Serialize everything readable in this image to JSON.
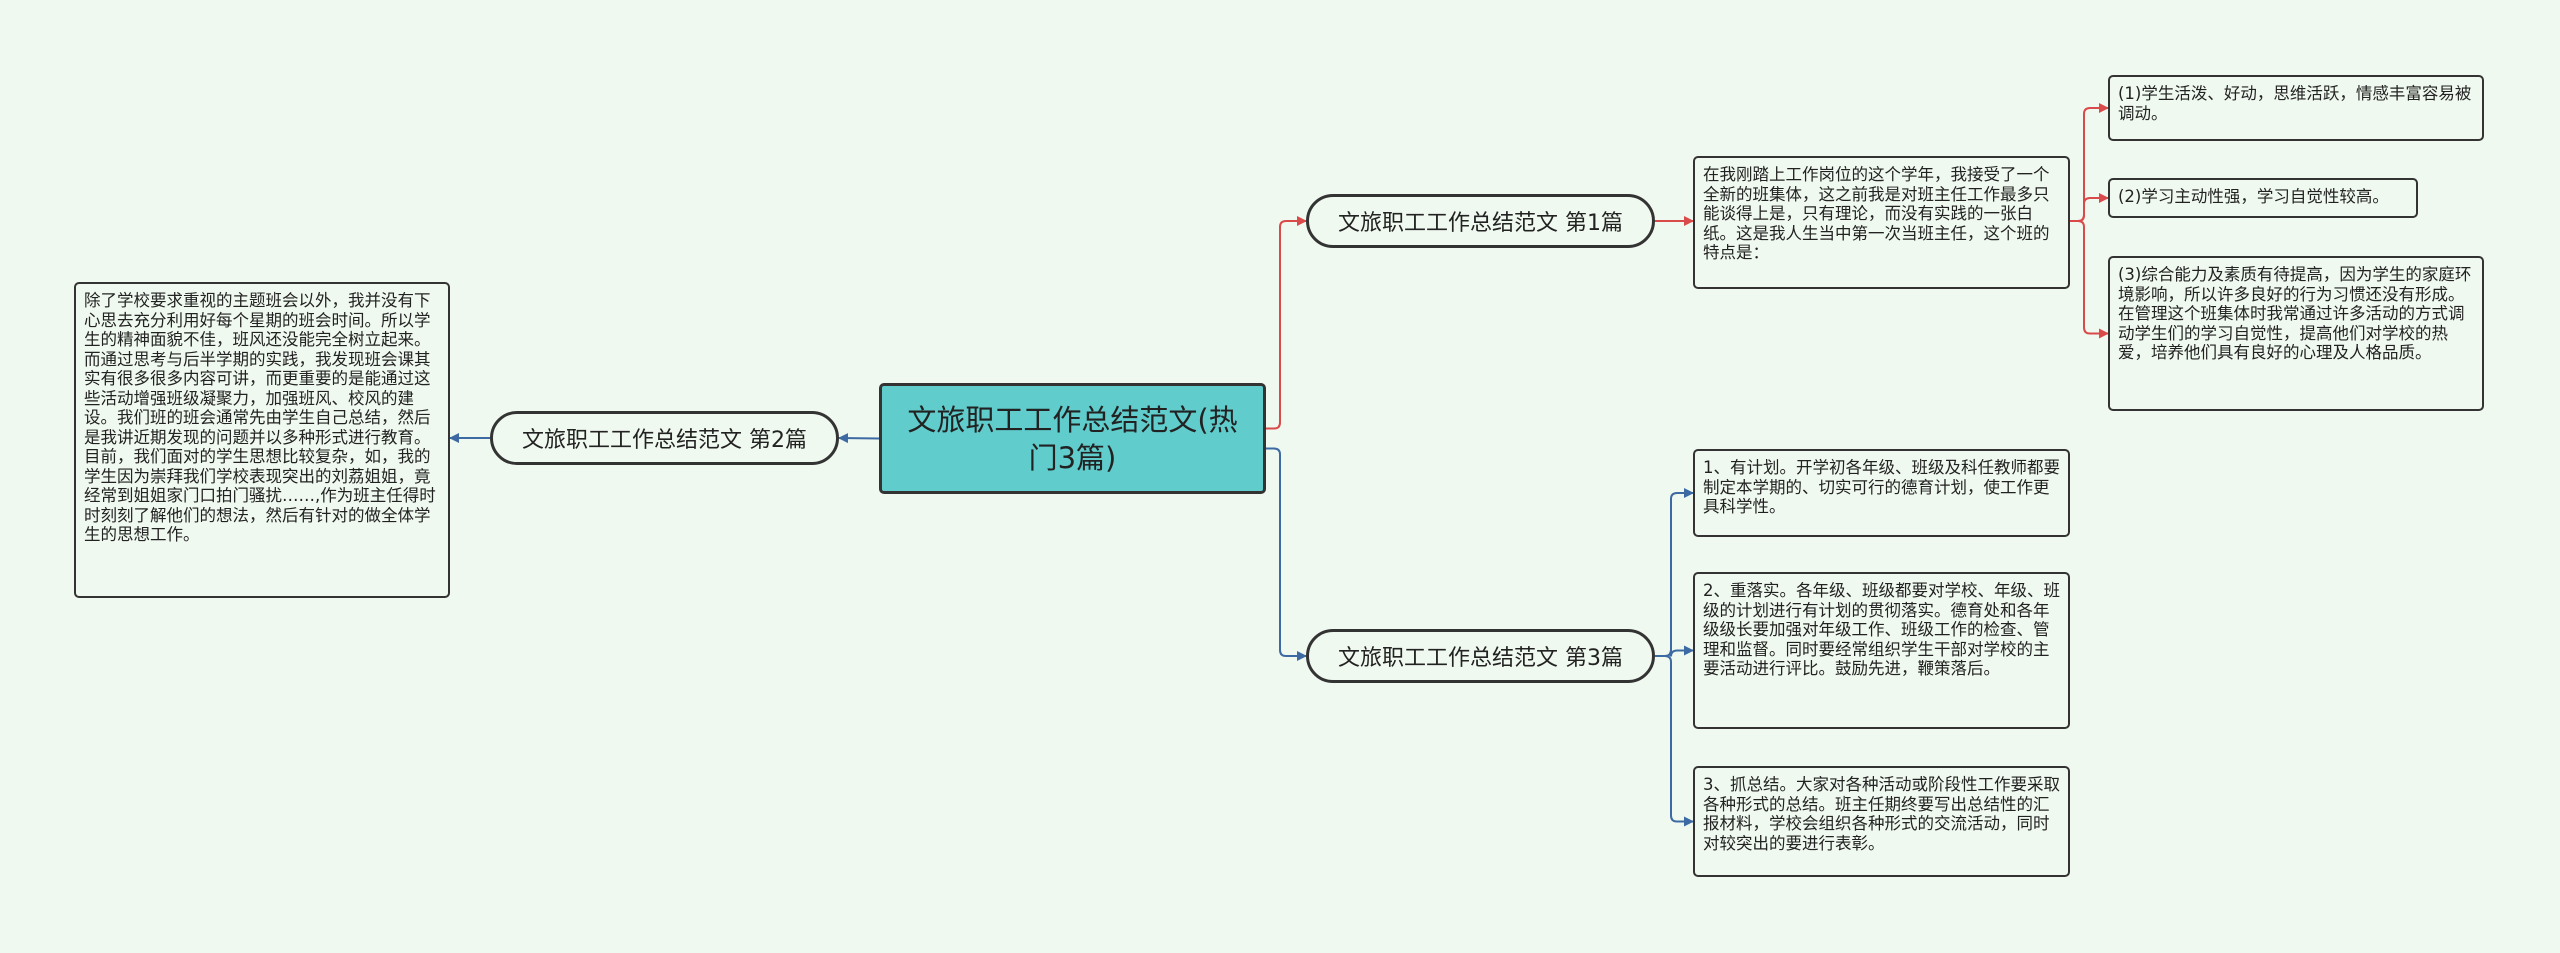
{
  "colors": {
    "background": "#f0f9f0",
    "root_fill": "#60cccc",
    "link_red": "#d94b4b",
    "link_blue": "#3d6aa3",
    "border": "#333333"
  },
  "root": {
    "label": "文旅职工工作总结范文(热门3篇)"
  },
  "branches": [
    {
      "label": "文旅职工工作总结范文 第1篇",
      "intro": "在我刚踏上工作岗位的这个学年，我接受了一个全新的班集体，这之前我是对班主任工作最多只能谈得上是，只有理论，而没有实践的一张白纸。这是我人生当中第一次当班主任，这个班的特点是：",
      "children": [
        "(1)学生活泼、好动，思维活跃，情感丰富容易被调动。",
        "(2)学习主动性强，学习自觉性较高。",
        "(3)综合能力及素质有待提高，因为学生的家庭环境影响，所以许多良好的行为习惯还没有形成。在管理这个班集体时我常通过许多活动的方式调动学生们的学习自觉性，提高他们对学校的热爱，培养他们具有良好的心理及人格品质。"
      ]
    },
    {
      "label": "文旅职工工作总结范文 第2篇",
      "text": "除了学校要求重视的主题班会以外，我并没有下心思去充分利用好每个星期的班会时间。所以学生的精神面貌不佳，班风还没能完全树立起来。而通过思考与后半学期的实践，我发现班会课其实有很多很多内容可讲，而更重要的是能通过这些活动增强班级凝聚力，加强班风、校风的建设。我们班的班会通常先由学生自己总结，然后是我讲近期发现的问题并以多种形式进行教育。目前，我们面对的学生思想比较复杂，如，我的学生因为崇拜我们学校表现突出的刘荔姐姐，竟经常到姐姐家门口拍门骚扰……,作为班主任得时时刻刻了解他们的想法，然后有针对的做全体学生的思想工作。"
    },
    {
      "label": "文旅职工工作总结范文 第3篇",
      "children": [
        "1、有计划。开学初各年级、班级及科任教师都要制定本学期的、切实可行的德育计划，使工作更具科学性。",
        "2、重落实。各年级、班级都要对学校、年级、班级的计划进行有计划的贯彻落实。德育处和各年级级长要加强对年级工作、班级工作的检查、管理和监督。同时要经常组织学生干部对学校的主要活动进行评比。鼓励先进，鞭策落后。",
        "3、抓总结。大家对各种活动或阶段性工作要采取各种形式的总结。班主任期终要写出总结性的汇报材料，学校会组织各种形式的交流活动，同时对较突出的要进行表彰。"
      ]
    }
  ]
}
